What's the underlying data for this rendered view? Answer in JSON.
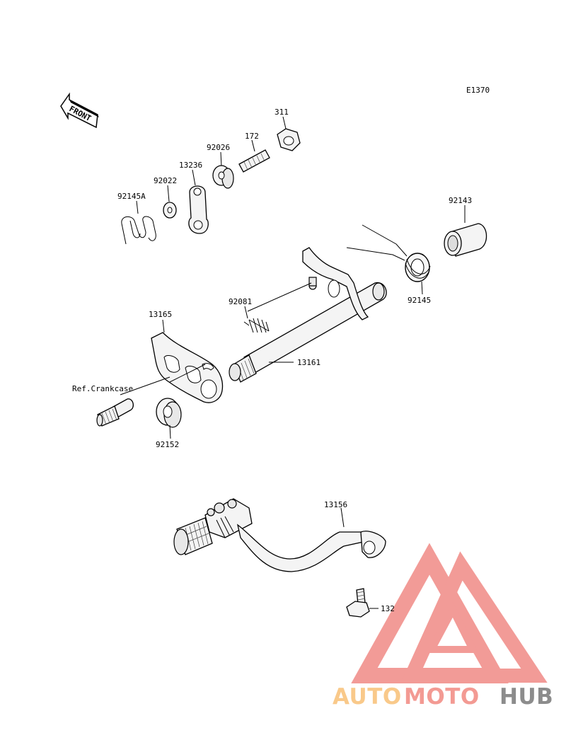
{
  "diagram": {
    "code": "E1370",
    "front_label": "FRONT",
    "ref_label": "Ref.Crankcase",
    "parts": {
      "p311": "311",
      "p172": "172",
      "p92026": "92026",
      "p13236": "13236",
      "p92022": "92022",
      "p92145A": "92145A",
      "p92143": "92143",
      "p92145": "92145",
      "p92081": "92081",
      "p13165": "13165",
      "p13161": "13161",
      "p92152": "92152",
      "p13156": "13156",
      "p132": "132"
    }
  },
  "watermark": {
    "part1": "AUTO",
    "part2": "MOTO",
    "part3": "HUB",
    "colors": {
      "auto": "#f9c98a",
      "moto": "#f39a93",
      "hub": "#8c8c8c",
      "logo": "#f08a86"
    }
  }
}
